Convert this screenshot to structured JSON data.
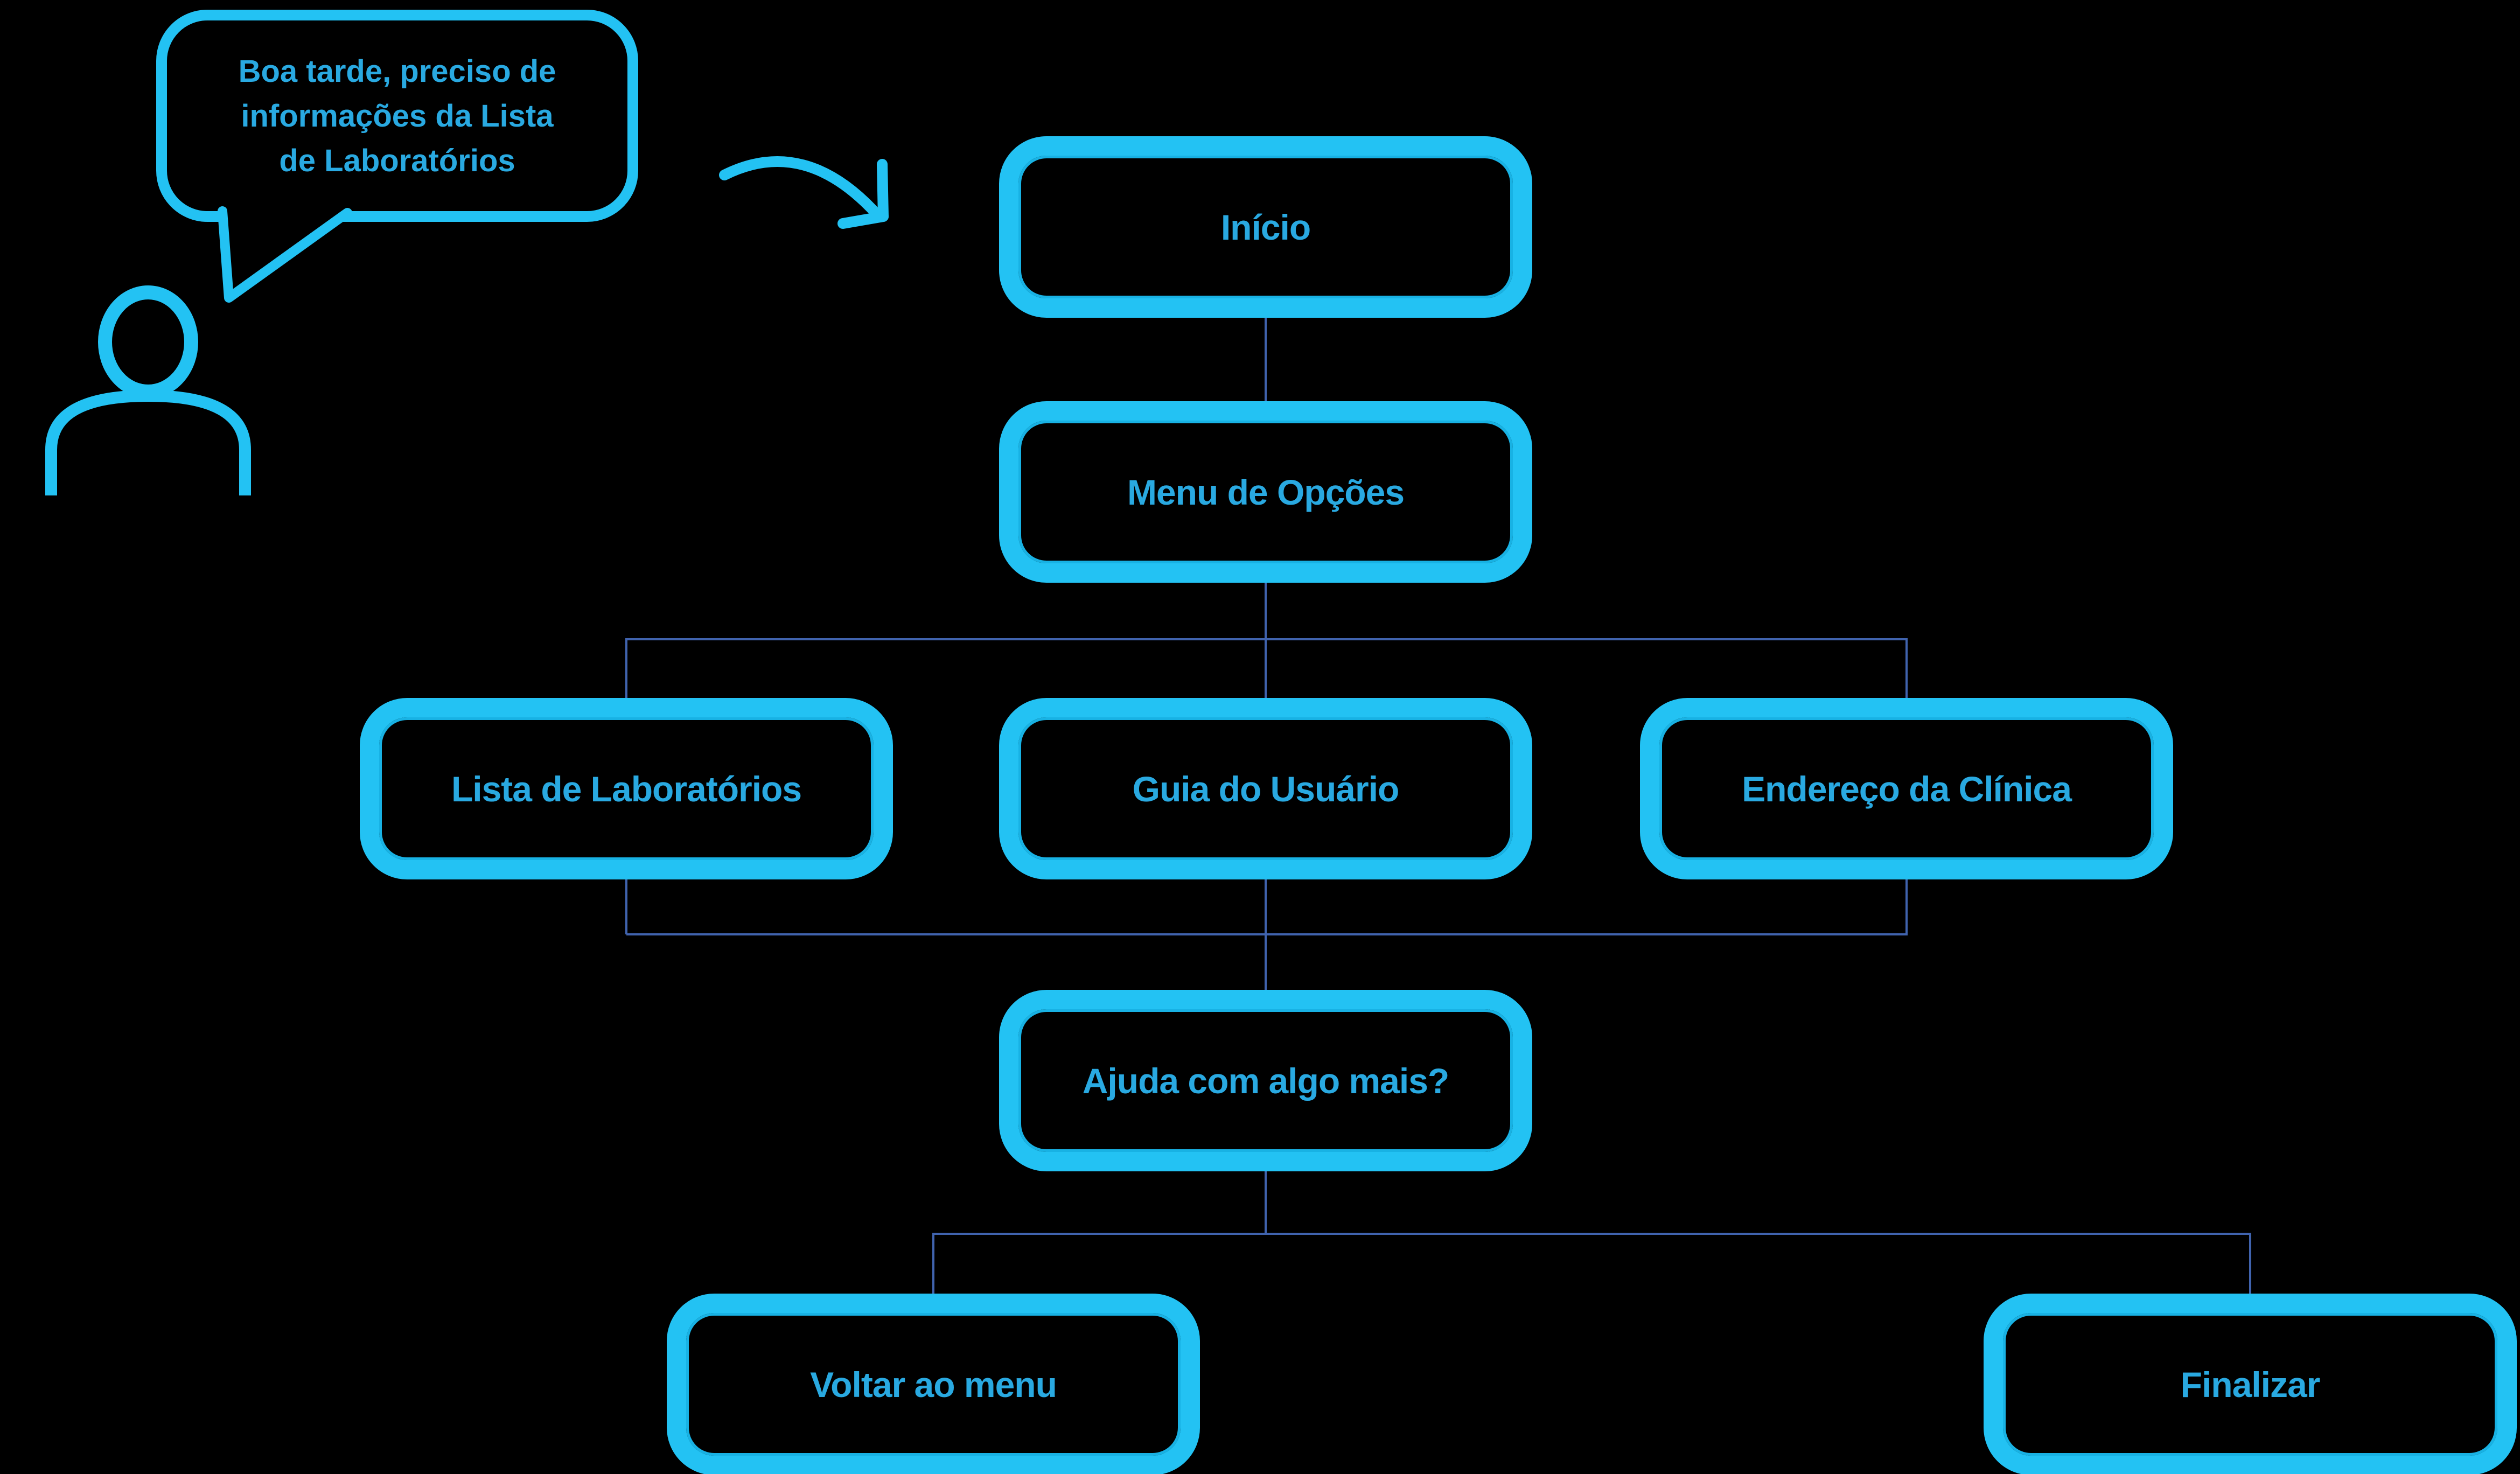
{
  "colors": {
    "background": "#000000",
    "box_border": "#23C2F3",
    "box_border_inner": "#18B2E4",
    "box_text": "#29A9E1",
    "connector": "#4063AE",
    "icon": "#23C2F3"
  },
  "speech_bubble": {
    "lines": [
      "Boa tarde, preciso de",
      "informações da Lista",
      "de Laboratórios"
    ]
  },
  "nodes": [
    {
      "id": "inicio",
      "label": "Início"
    },
    {
      "id": "menu-de-opcoes",
      "label": "Menu de Opções"
    },
    {
      "id": "lista-de-laboratorios",
      "label": "Lista de Laboratórios"
    },
    {
      "id": "guia-do-usuario",
      "label": "Guia do Usuário"
    },
    {
      "id": "endereco-da-clinica",
      "label": "Endereço da Clínica"
    },
    {
      "id": "ajuda-com-algo-mais",
      "label": "Ajuda com algo mais?"
    },
    {
      "id": "voltar-ao-menu",
      "label": "Voltar ao menu"
    },
    {
      "id": "finalizar",
      "label": "Finalizar"
    }
  ]
}
